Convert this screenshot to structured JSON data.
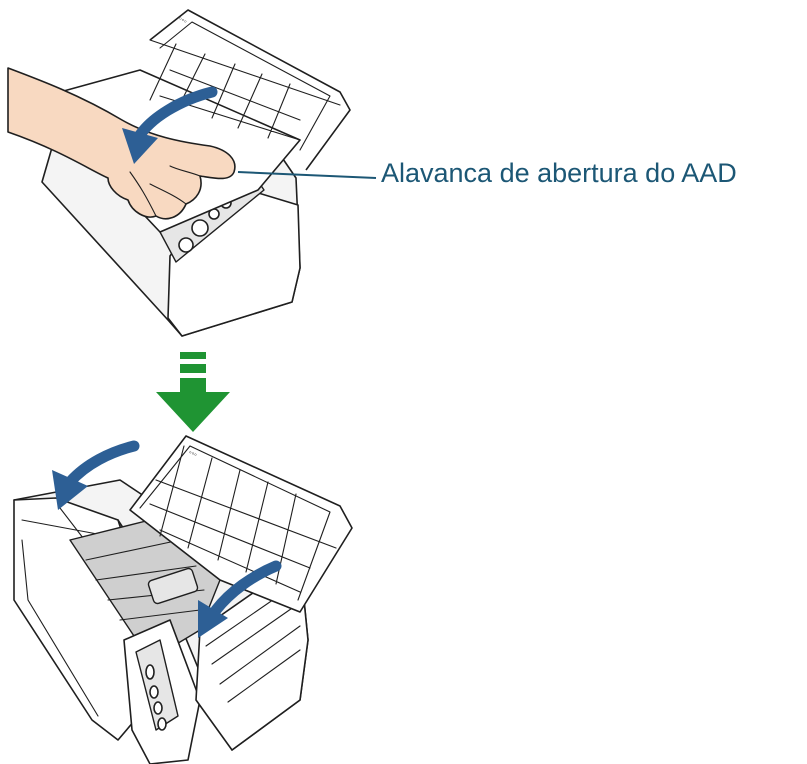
{
  "callout": {
    "label": "Alavanca de abertura do AAD"
  },
  "colors": {
    "callout": "#1c5775",
    "curved_arrow": "#2d5f95",
    "down_arrow": "#1f9433",
    "skin": "#f8d9c1"
  },
  "icons": {
    "top_illustration": "scanner-hand-pulling-lever",
    "step_arrow": "down-arrow-green",
    "bottom_illustration": "scanner-adf-open"
  }
}
